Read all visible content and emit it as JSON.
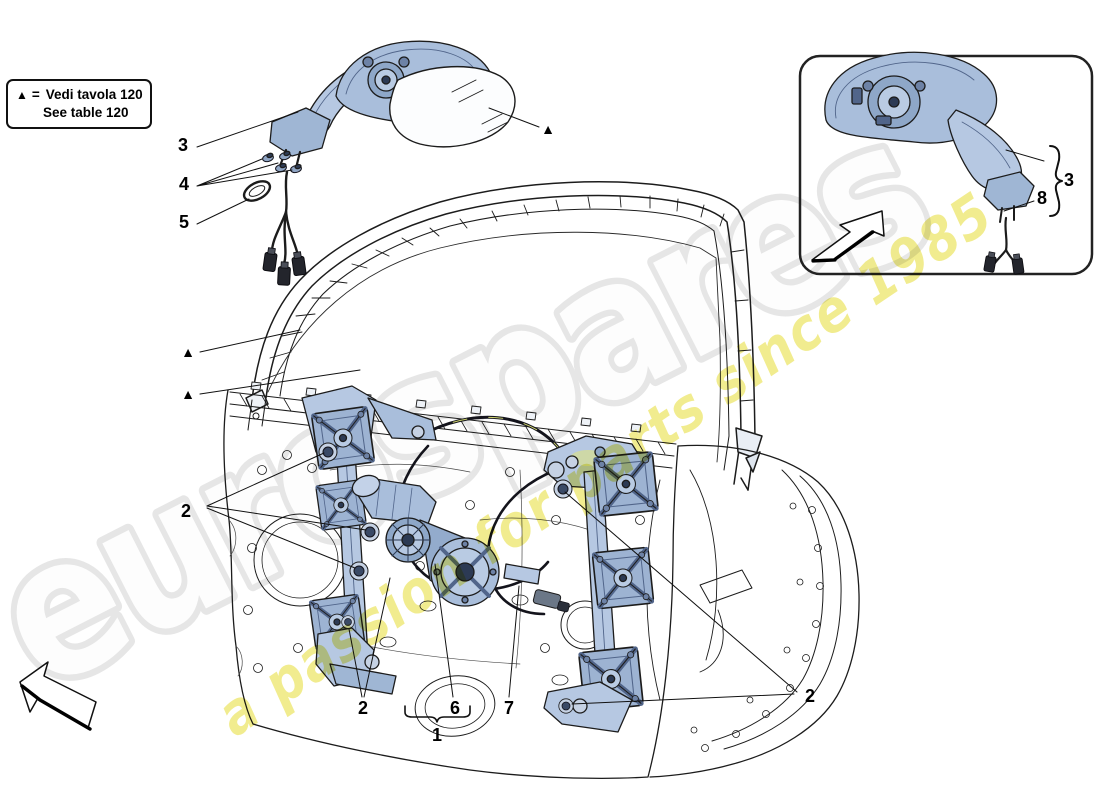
{
  "legend": {
    "symbol": "▲",
    "eq": "=",
    "line1": "Vedi tavola 120",
    "line2": "See table 120"
  },
  "watermark": {
    "brand": "eurospares",
    "tagline": "a passion for parts since 1985",
    "brand_outline_color": "#d7d7d7",
    "tagline_color": "#e9e04b"
  },
  "callouts": {
    "mirror_assembly": "3",
    "mirror_fasteners": "4",
    "mirror_gasket": "5",
    "front_regulator_fixings": "2",
    "lower_fixings": "2",
    "window_motor": "6",
    "cable_sensor": "7",
    "window_regulator_group": "1",
    "rear_regulator_fixings": "2",
    "inset_mirror_assembly": "3",
    "inset_mirror_harness": "8",
    "see_table_marker": "▲"
  },
  "colors": {
    "part_blue": "#b6c8e2",
    "part_blue_shade": "#93abcc",
    "line": "#1c1c1c"
  }
}
